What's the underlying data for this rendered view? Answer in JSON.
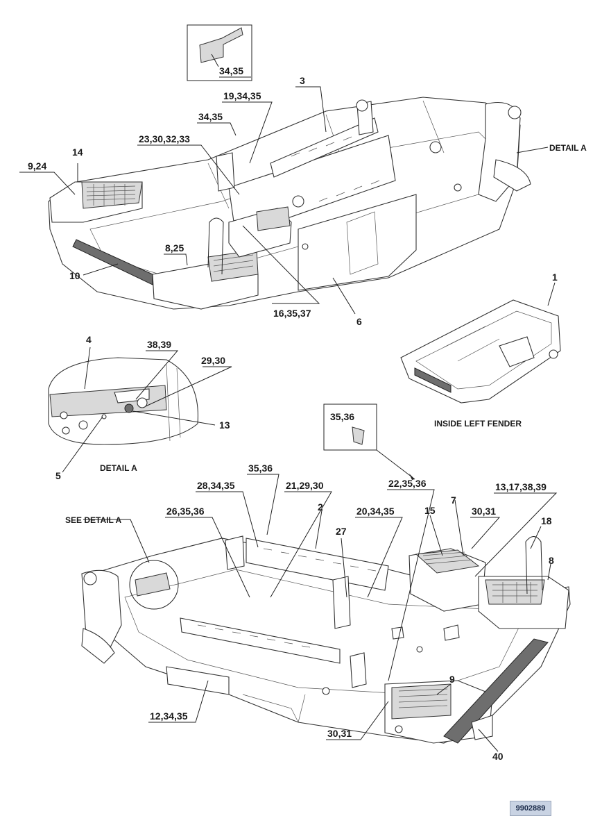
{
  "callouts_top": [
    {
      "id": "c_34_35_box",
      "text": "34,35"
    },
    {
      "id": "c_3",
      "text": "3"
    },
    {
      "id": "c_19",
      "text": "19,34,35"
    },
    {
      "id": "c_34_35",
      "text": "34,35"
    },
    {
      "id": "c_23",
      "text": "23,30,32,33"
    },
    {
      "id": "c_14",
      "text": "14"
    },
    {
      "id": "c_9_24",
      "text": "9,24"
    },
    {
      "id": "c_8_25",
      "text": "8,25"
    },
    {
      "id": "c_10",
      "text": "10"
    },
    {
      "id": "c_16",
      "text": "16,35,37"
    },
    {
      "id": "c_6",
      "text": "6"
    },
    {
      "id": "c_1",
      "text": "1"
    }
  ],
  "callouts_detail": [
    {
      "id": "c_4",
      "text": "4"
    },
    {
      "id": "c_38_39",
      "text": "38,39"
    },
    {
      "id": "c_29_30",
      "text": "29,30"
    },
    {
      "id": "c_13",
      "text": "13"
    },
    {
      "id": "c_5",
      "text": "5"
    }
  ],
  "callouts_bottom": [
    {
      "id": "c_35_36_box",
      "text": "35,36"
    },
    {
      "id": "c_35_36",
      "text": "35,36"
    },
    {
      "id": "c_28",
      "text": "28,34,35"
    },
    {
      "id": "c_21",
      "text": "21,29,30"
    },
    {
      "id": "c_2",
      "text": "2"
    },
    {
      "id": "c_22",
      "text": "22,35,36"
    },
    {
      "id": "c_7",
      "text": "7"
    },
    {
      "id": "c_13_17",
      "text": "13,17,38,39"
    },
    {
      "id": "c_26",
      "text": "26,35,36"
    },
    {
      "id": "c_15",
      "text": "15"
    },
    {
      "id": "c_20",
      "text": "20,34,35"
    },
    {
      "id": "c_30_31_top",
      "text": "30,31"
    },
    {
      "id": "c_27",
      "text": "27"
    },
    {
      "id": "c_18",
      "text": "18"
    },
    {
      "id": "c_8",
      "text": "8"
    },
    {
      "id": "c_9",
      "text": "9"
    },
    {
      "id": "c_12",
      "text": "12,34,35"
    },
    {
      "id": "c_30_31_bot",
      "text": "30,31"
    },
    {
      "id": "c_40",
      "text": "40"
    }
  ],
  "captions": {
    "detail_a_ref": "DETAIL A",
    "detail_a": "DETAIL A",
    "inside_left_fender": "INSIDE LEFT FENDER",
    "see_detail_a": "SEE DETAIL A"
  },
  "figure_id": "9902889"
}
